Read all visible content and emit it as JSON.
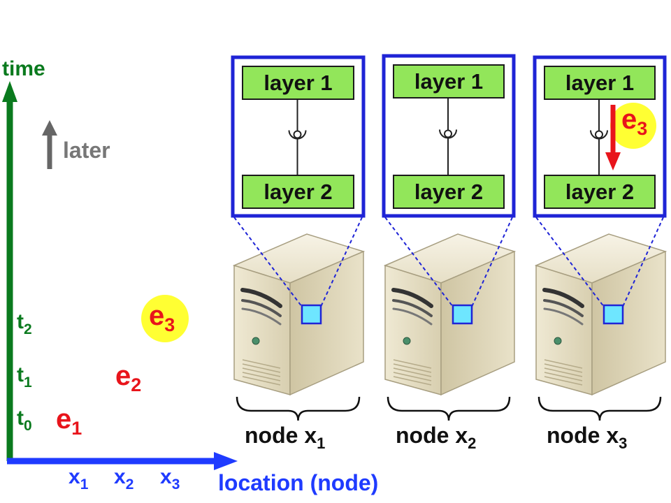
{
  "axes": {
    "y_label": "time",
    "x_label": "location (node)",
    "y_ticks": [
      {
        "base": "t",
        "sub": "2"
      },
      {
        "base": "t",
        "sub": "1"
      },
      {
        "base": "t",
        "sub": "0"
      }
    ],
    "x_ticks": [
      {
        "base": "x",
        "sub": "1"
      },
      {
        "base": "x",
        "sub": "2"
      },
      {
        "base": "x",
        "sub": "3"
      }
    ],
    "later_label": "later"
  },
  "events": [
    {
      "base": "e",
      "sub": "1",
      "highlighted": false
    },
    {
      "base": "e",
      "sub": "2",
      "highlighted": false
    },
    {
      "base": "e",
      "sub": "3",
      "highlighted": true
    }
  ],
  "nodes": [
    {
      "label_base": "node x",
      "label_sub": "1",
      "layer_top": "layer 1",
      "layer_bottom": "layer 2",
      "event": null
    },
    {
      "label_base": "node x",
      "label_sub": "2",
      "layer_top": "layer 1",
      "layer_bottom": "layer 2",
      "event": null
    },
    {
      "label_base": "node x",
      "label_sub": "3",
      "layer_top": "layer 1",
      "layer_bottom": "layer 2",
      "event": {
        "base": "e",
        "sub": "3"
      }
    }
  ],
  "colors": {
    "time_axis": "#0a7a1e",
    "location_axis": "#1f3bff",
    "event_text": "#e8141b",
    "highlight": "#ffff33",
    "layer_fill": "#92e65a",
    "box_border": "#1f24d6",
    "server_body": "#e3dcc2",
    "chip": "#6ee6ff",
    "later_arrow": "#666666",
    "event_arrow": "#e8141b"
  }
}
